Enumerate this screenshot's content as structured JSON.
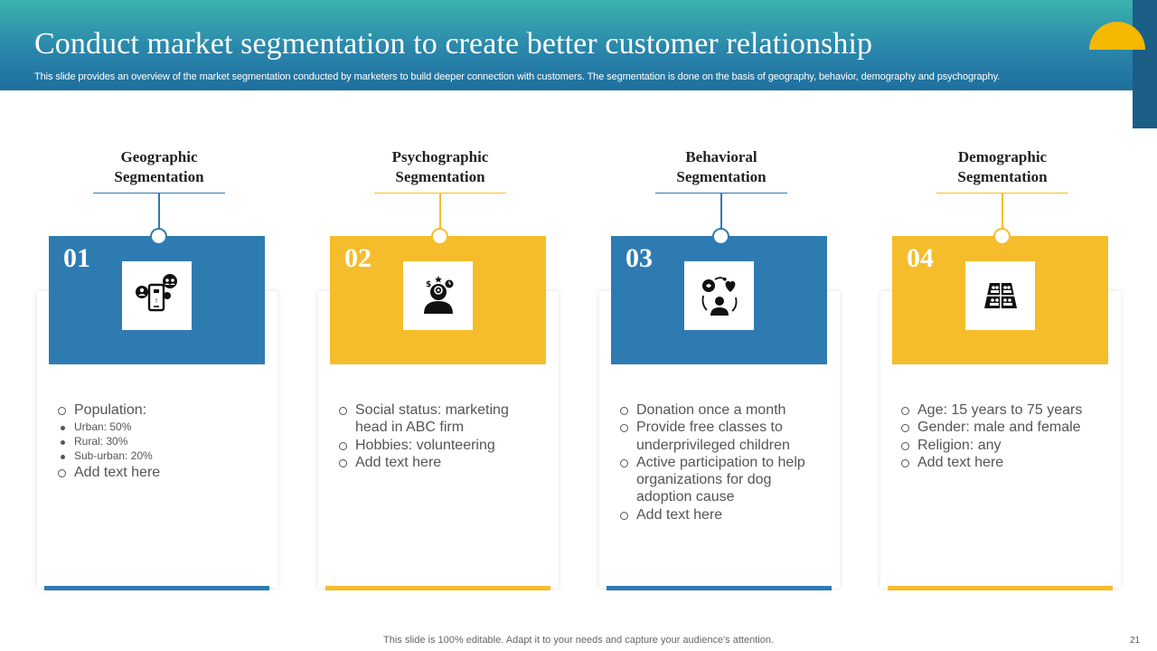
{
  "header": {
    "title": "Conduct market segmentation to create better customer relationship",
    "subtitle": "This slide provides an overview of the market segmentation conducted by marketers to build deeper connection with customers. The segmentation is done on the basis of geography, behavior, demography and psychography."
  },
  "colors": {
    "blue": "#2e7bb2",
    "yellow": "#f5bd2b",
    "header_teal": "#3ab3ae",
    "header_blue": "#1f6f9e",
    "accent_sun": "#f5b800"
  },
  "segments": [
    {
      "title": "Geographic Segmentation",
      "number": "01",
      "icon": "mobile-users-icon",
      "items": [
        "Population:",
        "Add text here"
      ],
      "subitems": [
        "Urban: 50%",
        "Rural: 30%",
        "Sub-urban: 20%"
      ]
    },
    {
      "title": "Psychographic Segmentation",
      "number": "02",
      "icon": "thinking-person-icon",
      "items": [
        "Social status: marketing head in ABC firm",
        "Hobbies: volunteering",
        "Add text here"
      ]
    },
    {
      "title": "Behavioral Segmentation",
      "number": "03",
      "icon": "behavior-cycle-icon",
      "items": [
        "Donation once a month",
        "Provide free classes to underprivileged children",
        "Active participation to help organizations for dog adoption cause",
        "Add text here"
      ]
    },
    {
      "title": "Demographic Segmentation",
      "number": "04",
      "icon": "audience-group-icon",
      "items": [
        "Age: 15 years to 75 years",
        "Gender: male and female",
        "Religion: any",
        "Add text here"
      ]
    }
  ],
  "footer": {
    "note": "This slide is 100% editable. Adapt it to your needs and capture your audience's attention.",
    "page_number": "21"
  }
}
